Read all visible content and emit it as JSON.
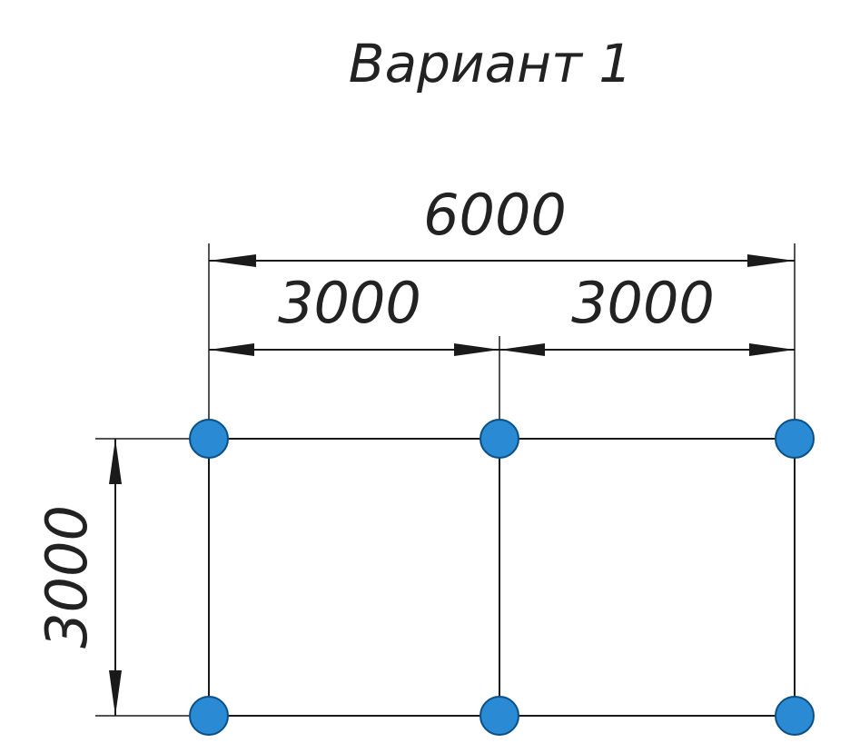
{
  "title": "Вариант 1",
  "dimensions": {
    "overall_span": "6000",
    "left_span": "3000",
    "right_span": "3000",
    "depth": "3000"
  },
  "grid": {
    "columns": 3,
    "rows": 2,
    "node_color": "#2a8ad4",
    "line_color": "#1a1a1a"
  }
}
